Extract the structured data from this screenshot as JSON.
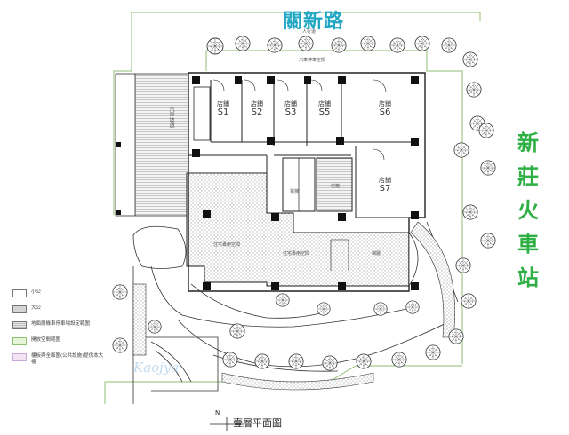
{
  "road_label": "關新路",
  "station_label_chars": [
    "新",
    "莊",
    "火",
    "車",
    "站"
  ],
  "floor_title": "壹層平面圖",
  "north_label": "N",
  "watermark": "Kaojya",
  "legend": [
    {
      "label": "小公",
      "swatch": "#ffffff"
    },
    {
      "label": "大公",
      "swatch": "#d4d4d4"
    },
    {
      "label": "地面層機車停車場設定範圍",
      "swatch": "#e8e8e8"
    },
    {
      "label": "開放空間範圍",
      "swatch": "#e6f5d6"
    },
    {
      "label": "樓板與全面圍(公共設施)提供本大樓",
      "swatch": "#f3e3f3"
    }
  ],
  "shops": [
    {
      "name": "店鋪",
      "id": "S1"
    },
    {
      "name": "店鋪",
      "id": "S2"
    },
    {
      "name": "店鋪",
      "id": "S3"
    },
    {
      "name": "店鋪",
      "id": "S5"
    },
    {
      "name": "店鋪",
      "id": "S6"
    },
    {
      "name": "店鋪",
      "id": "S7"
    }
  ],
  "room_labels": {
    "bike_ramp": "汽車坡道",
    "hall_left": "住宅專用空間",
    "hall_right": "住宅專用空間",
    "lobby": "梯廳",
    "elevator": "電梯",
    "mail": "信箱",
    "side_walk": "人行道",
    "parking_text": "汽車停車空間"
  },
  "colors": {
    "road": "#21a7c4",
    "station": "#2fb045",
    "line": "#2a2a2a",
    "green_line": "#8fbf70",
    "hatch": "#b9b9b9"
  }
}
